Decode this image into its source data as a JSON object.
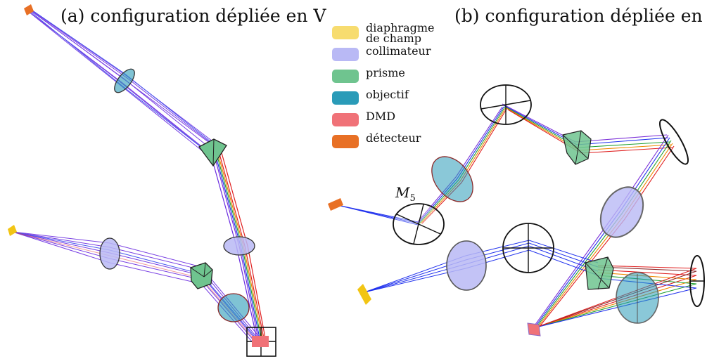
{
  "titles": {
    "a": "(a) configuration dépliée en V",
    "b": "(b) configuration dépliée en M"
  },
  "legend": [
    {
      "label": "diaphragme de champ",
      "color": "#f7dc6f"
    },
    {
      "label": "collimateur",
      "color": "#b9b9f5"
    },
    {
      "label": "prisme",
      "color": "#6fc48f"
    },
    {
      "label": "objectif",
      "color": "#2a9bb8"
    },
    {
      "label": "DMD",
      "color": "#f07278"
    },
    {
      "label": "détecteur",
      "color": "#e87025"
    }
  ],
  "mirror_label": {
    "letter": "M",
    "index": "5"
  },
  "colors": {
    "ray_blue": "#2233ee",
    "ray_violet": "#7b2fd8",
    "ray_red": "#e02020",
    "ray_green": "#22a033",
    "ray_orange": "#ee8800",
    "outline": "#111111"
  }
}
